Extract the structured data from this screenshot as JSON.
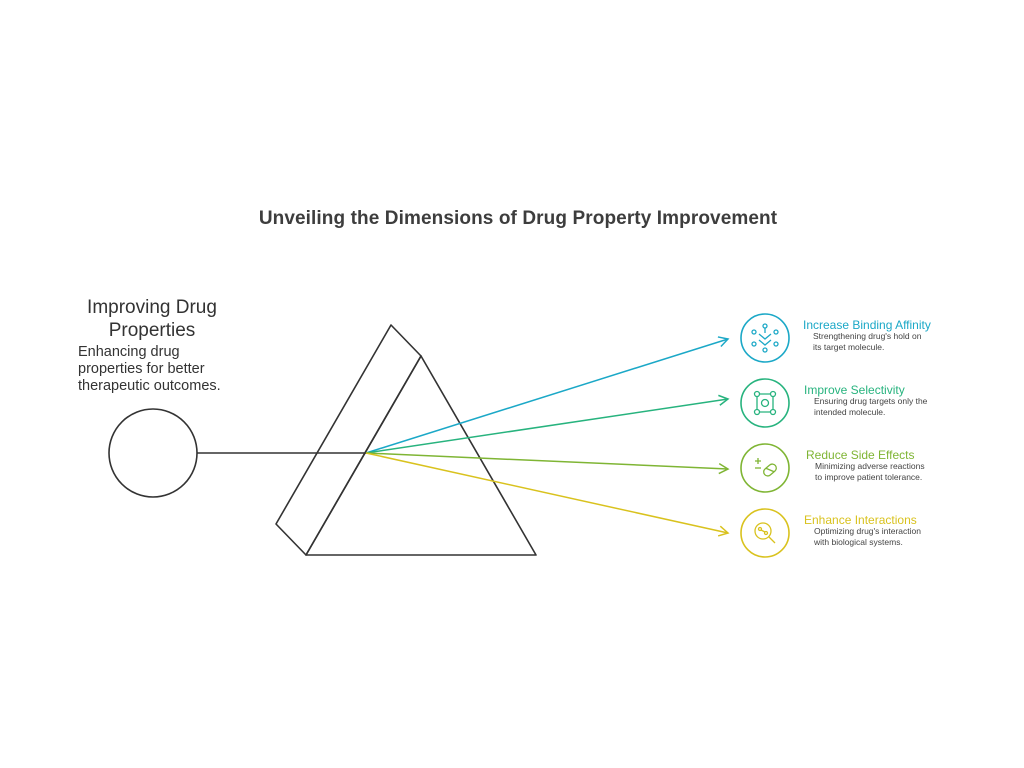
{
  "title": "Unveiling the Dimensions of Drug Property Improvement",
  "source": {
    "heading_line1": "Improving Drug",
    "heading_line2": "Properties",
    "desc_line1": "Enhancing drug",
    "desc_line2": "properties for better",
    "desc_line3": "therapeutic outcomes."
  },
  "outcomes": [
    {
      "title": "Increase Binding Affinity",
      "desc_line1": "Strengthening drug's hold on",
      "desc_line2": "its target molecule.",
      "color": "#1ba8c7",
      "icon": "molecule-binding-icon"
    },
    {
      "title": "Improve Selectivity",
      "desc_line1": "Ensuring drug targets only the",
      "desc_line2": "intended molecule.",
      "color": "#27b37e",
      "icon": "target-network-icon"
    },
    {
      "title": "Reduce Side Effects",
      "desc_line1": "Minimizing adverse reactions",
      "desc_line2": "to improve patient tolerance.",
      "color": "#7fb534",
      "icon": "pill-plus-minus-icon"
    },
    {
      "title": "Enhance Interactions",
      "desc_line1": "Optimizing drug's interaction",
      "desc_line2": "with biological systems.",
      "color": "#d9c21e",
      "icon": "magnifier-molecule-icon"
    }
  ]
}
